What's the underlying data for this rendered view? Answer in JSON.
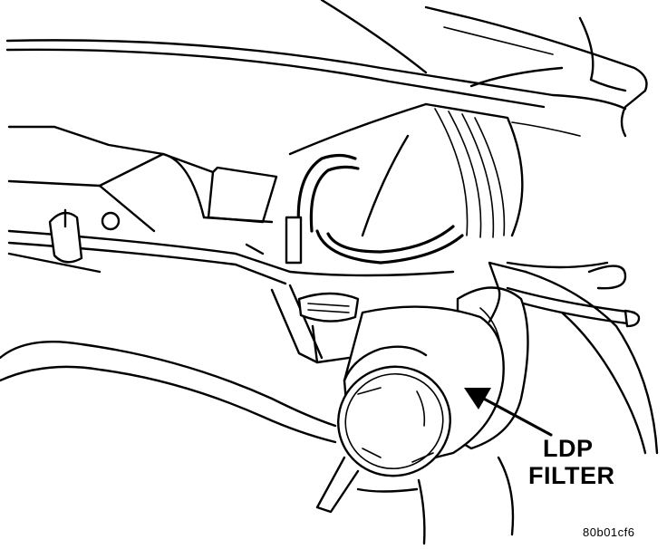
{
  "callout": {
    "line1": "LDP",
    "line2": "FILTER"
  },
  "figure_code": "80b01cf6",
  "colors": {
    "ink": "#000000",
    "paper": "#ffffff"
  }
}
